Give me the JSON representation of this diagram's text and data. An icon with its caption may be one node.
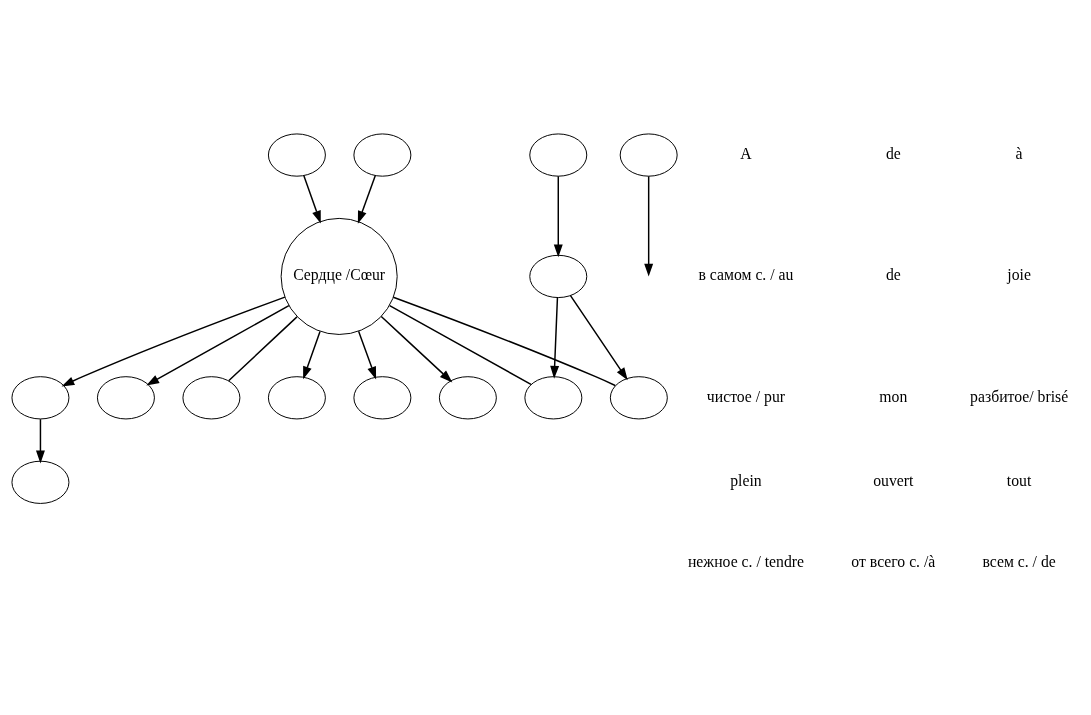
{
  "diagram": {
    "nodes": [
      {
        "text": [
          "Сердце /Cœur"
        ]
      },
      {
        "text": [],
        "shape": "circle"
      },
      {
        "text": [],
        "shape": "circle"
      },
      {
        "text": [],
        "shape": "circle"
      },
      {
        "text": [],
        "shape": "circle"
      },
      {
        "text": [],
        "shape": "circle"
      },
      {
        "text": [],
        "shape": "circle"
      },
      {
        "text": [],
        "shape": "circle"
      },
      {
        "text": [],
        "shape": "circle"
      },
      {
        "text": [],
        "shape": "circle"
      },
      {
        "text": [],
        "shape": "circle"
      },
      {
        "text": [],
        "shape": "circle"
      },
      {
        "text": [],
        "shape": "circle"
      },
      {
        "text": [],
        "shape": "circle"
      },
      {
        "text": [],
        "shape": "circle"
      }
    ],
    "edges": [
      {
        "from": 1,
        "to": 0,
        "arrow": "to"
      },
      {
        "from": 2,
        "to": 0,
        "arrow": "to"
      },
      {
        "from": 0,
        "to": 3,
        "arrow": "to"
      },
      {
        "from": 3,
        "to": 4,
        "arrow": "to"
      },
      {
        "from": 0,
        "to": 5,
        "arrow": "to"
      },
      {
        "from": 0,
        "to": 6,
        "arrow": "none"
      },
      {
        "from": 0,
        "to": 7,
        "arrow": "to"
      },
      {
        "from": 0,
        "to": 8,
        "arrow": "to"
      },
      {
        "from": 0,
        "to": 9,
        "arrow": "to"
      },
      {
        "from": 0,
        "to": 10,
        "arrow": "none"
      },
      {
        "from": 0,
        "to": 11,
        "arrow": "none"
      },
      {
        "from": 12,
        "to": 10,
        "arrow": "to"
      },
      {
        "from": 12,
        "to": 11,
        "arrow": "to"
      },
      {
        "from": 13,
        "to": 12,
        "arrow": "to"
      },
      {
        "from": 14,
        "to": null,
        "arrow": "to"
      }
    ],
    "labels": [
      "A",
      "de",
      "à",
      "в самом с. / au",
      "de",
      "joie",
      "чистое / pur",
      "mon",
      "разбитое/ brisé",
      "plein",
      "ouvert",
      "tout",
      "нежное с. / tendre",
      "от всего с. /à",
      "всем с. / de"
    ]
  }
}
